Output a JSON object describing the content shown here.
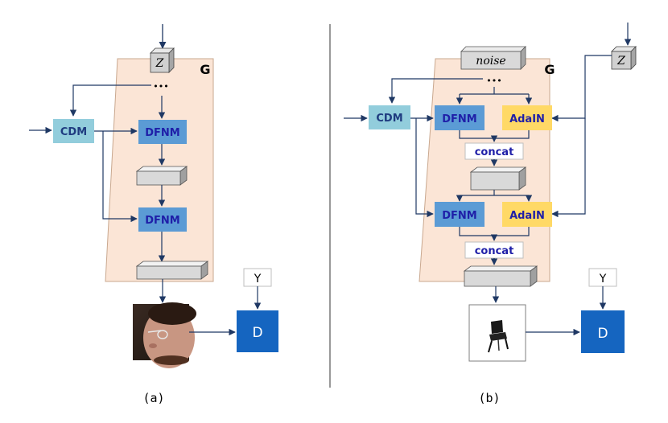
{
  "panel_a": {
    "caption": "(a)",
    "generator_label": "G",
    "latent_label": "Z",
    "ellipsis": "•••",
    "cdm_label": "CDM",
    "dfnm_1_label": "DFNM",
    "dfnm_2_label": "DFNM",
    "y_label": "Y",
    "d_label": "D",
    "output_image": "face-photo"
  },
  "panel_b": {
    "caption": "(b)",
    "generator_label": "G",
    "noise_label": "noise",
    "latent_label": "Z",
    "ellipsis": "•••",
    "cdm_label": "CDM",
    "dfnm_1_label": "DFNM",
    "adain_1_label": "AdaIN",
    "concat_1_label": "concat",
    "dfnm_2_label": "DFNM",
    "adain_2_label": "AdaIN",
    "concat_2_label": "concat",
    "y_label": "Y",
    "d_label": "D",
    "output_image": "chair-sketch"
  },
  "colors": {
    "generator_fill": "#fbe5d6",
    "arrow": "#1f3864",
    "cdm_fill": "#92cddc",
    "dfnm_fill": "#5b9bd5",
    "dfnm_text": "#1f1fa8",
    "adain_fill": "#ffd966",
    "adain_text": "#1f1fa8",
    "d_fill": "#1565c0",
    "block_fill": "#d9d9d9"
  }
}
